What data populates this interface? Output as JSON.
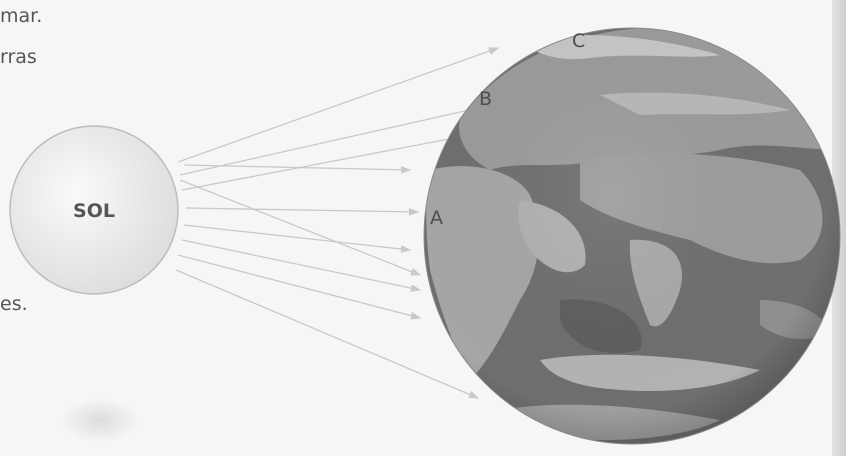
{
  "text_fragments": [
    "mar.",
    "rras",
    "es."
  ],
  "sun": {
    "label": "SOL"
  },
  "earth": {
    "points": [
      "A",
      "B",
      "C"
    ]
  },
  "colors": {
    "ray": "#c9c9c9",
    "sun_fill": "#e4e4e4",
    "earth_ocean": "#6f6f6f",
    "earth_land": "#9a9a9a"
  }
}
